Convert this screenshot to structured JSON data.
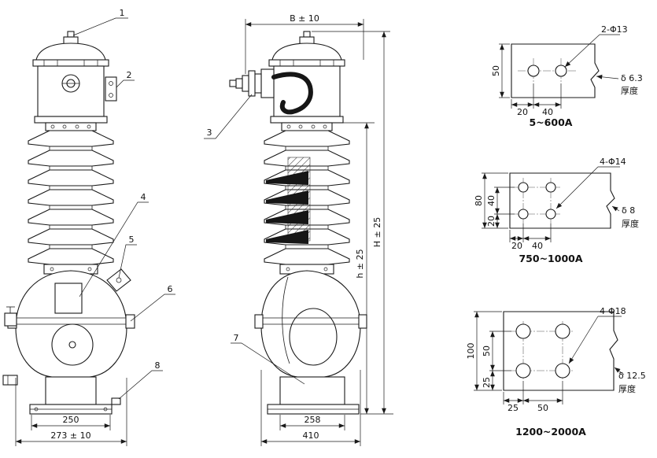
{
  "drawing": {
    "ink_color": "#1a1a1a",
    "callouts": [
      "1",
      "2",
      "3",
      "4",
      "5",
      "6",
      "7",
      "8"
    ],
    "front_view": {
      "dim_base": "250",
      "dim_overall": "273 ± 10"
    },
    "side_view": {
      "dim_width_top": "B ± 10",
      "dim_height_inner": "h ± 25",
      "dim_height_overall": "H ± 25",
      "dim_base": "258",
      "dim_plate": "410"
    },
    "hole_patterns": [
      {
        "title": "5~600A",
        "holes_label": "2-Φ13",
        "thickness_value": "δ 6.3",
        "thickness_label": "厚度",
        "dim_v1": "50",
        "dim_h1": "20",
        "dim_h2": "40"
      },
      {
        "title": "750~1000A",
        "holes_label": "4-Φ14",
        "thickness_value": "δ 8",
        "thickness_label": "厚度",
        "dim_v1": "80",
        "dim_v2": "40",
        "dim_v3": "20",
        "dim_h1": "20",
        "dim_h2": "40"
      },
      {
        "title": "1200~2000A",
        "holes_label": "4-Φ18",
        "thickness_value": "δ 12.5",
        "thickness_label": "厚度",
        "dim_v1": "100",
        "dim_v2": "50",
        "dim_v3": "25",
        "dim_h1": "25",
        "dim_h2": "50"
      }
    ]
  }
}
